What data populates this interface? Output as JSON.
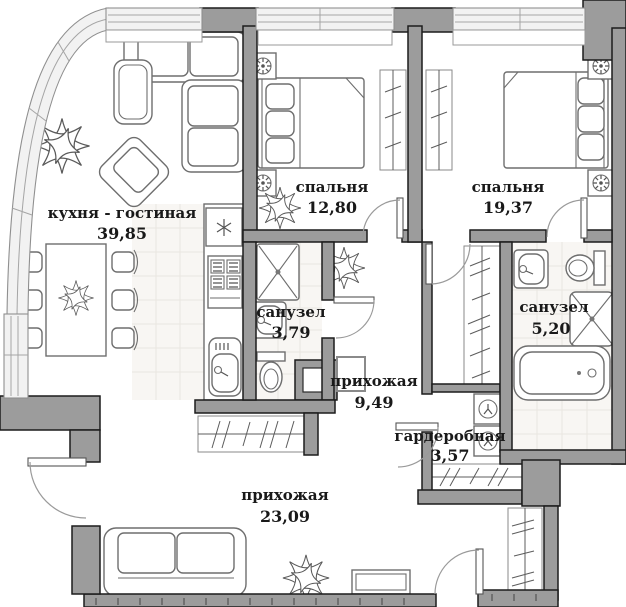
{
  "plan": {
    "title": "apartment floor plan",
    "rooms": [
      {
        "id": "kitchen-living",
        "name": "кухня - гостиная",
        "area": "39,85"
      },
      {
        "id": "bedroom-1",
        "name": "спальня",
        "area": "12,80"
      },
      {
        "id": "bedroom-2",
        "name": "спальня",
        "area": "19,37"
      },
      {
        "id": "bathroom-1",
        "name": "санузел",
        "area": "3,79"
      },
      {
        "id": "bathroom-2",
        "name": "санузел",
        "area": "5,20"
      },
      {
        "id": "corridor",
        "name": "прихожая",
        "area": "9,49"
      },
      {
        "id": "wardrobe-room",
        "name": "гардеробная",
        "area": "3,57"
      },
      {
        "id": "hallway",
        "name": "прихожая",
        "area": "23,09"
      }
    ],
    "colors": {
      "wall": "#9c9c9c",
      "outline": "#1c1c1c",
      "window_fill": "#f2f2f2",
      "furniture_stroke": "#6e6e6e",
      "tile_fill": "#f8f6f3",
      "label_text": "#191919"
    },
    "symbols": {
      "ceiling_light": "circle-with-star-in-square",
      "plant": "eight-point-star",
      "hob_vent": "asterisk",
      "washer": "circle-in-square",
      "shower": "rect-with-x",
      "closet": "rail-with-hatch-marks"
    }
  }
}
